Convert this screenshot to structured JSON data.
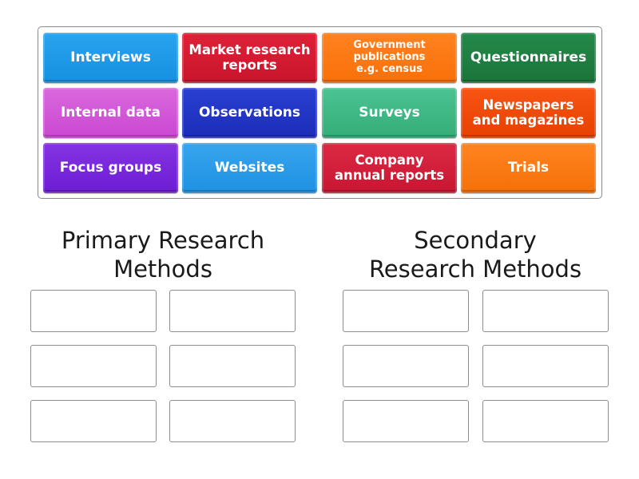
{
  "tile_pool": {
    "tiles": [
      {
        "label": "Interviews",
        "color": "#1e96e6",
        "size": "lg"
      },
      {
        "label": "Market research\nreports",
        "color": "#d4172f",
        "size": "md"
      },
      {
        "label": "Government\npublications\ne.g. census",
        "color": "#ff7a0f",
        "size": "sm"
      },
      {
        "label": "Questionnaires",
        "color": "#1e7e3e",
        "size": "lg"
      },
      {
        "label": "Internal data",
        "color": "#d45ad8",
        "size": "lg"
      },
      {
        "label": "Observations",
        "color": "#2136c9",
        "size": "lg"
      },
      {
        "label": "Surveys",
        "color": "#3dba85",
        "size": "lg"
      },
      {
        "label": "Newspapers\nand magazines",
        "color": "#f24a0a",
        "size": "md"
      },
      {
        "label": "Focus groups",
        "color": "#7a27dc",
        "size": "lg"
      },
      {
        "label": "Websites",
        "color": "#2a9ae9",
        "size": "lg"
      },
      {
        "label": "Company\nannual reports",
        "color": "#d41c3a",
        "size": "md"
      },
      {
        "label": "Trials",
        "color": "#ff7a0f",
        "size": "lg"
      }
    ]
  },
  "groups": [
    {
      "title": "Primary Research\nMethods",
      "slots": 6
    },
    {
      "title": "Secondary\nResearch Methods",
      "slots": 6
    }
  ]
}
